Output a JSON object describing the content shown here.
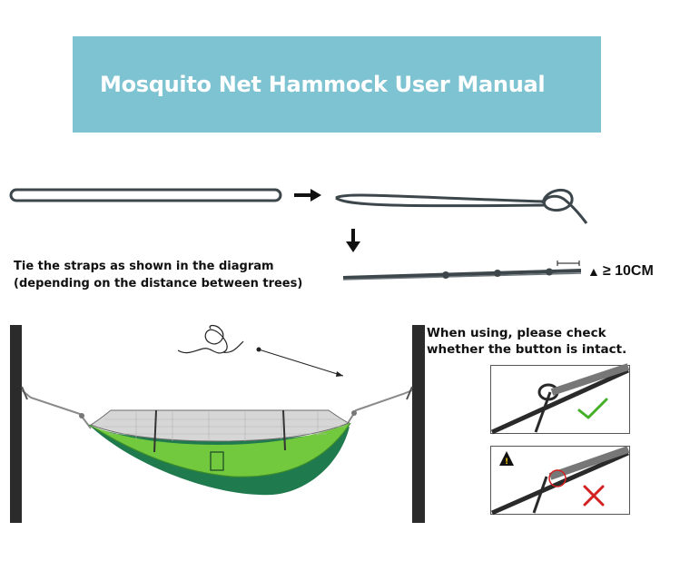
{
  "header": {
    "title": "Mosquito Net Hammock User Manual"
  },
  "instructions": {
    "line1": "Tie the straps as shown in the diagram",
    "line2": "(depending on the distance between trees)"
  },
  "spacing": {
    "label": "≥ 10CM"
  },
  "check_note": {
    "line1": "When using, please check",
    "line2": "whether the button is intact."
  },
  "colors": {
    "banner": "#7ec3d1",
    "strap": "#3d474b",
    "tree": "#2b2b2b",
    "hammock_light": "#73c93e",
    "hammock_dark": "#1f7a4e",
    "net": "#c9c9c9",
    "check": "#43b02a",
    "cross": "#d32020"
  },
  "icons": {
    "correct": "check-mark-icon",
    "incorrect": "x-mark-icon",
    "warning": "warning-triangle-icon",
    "arrow_right": "arrow-right-icon",
    "arrow_down": "arrow-down-icon"
  }
}
